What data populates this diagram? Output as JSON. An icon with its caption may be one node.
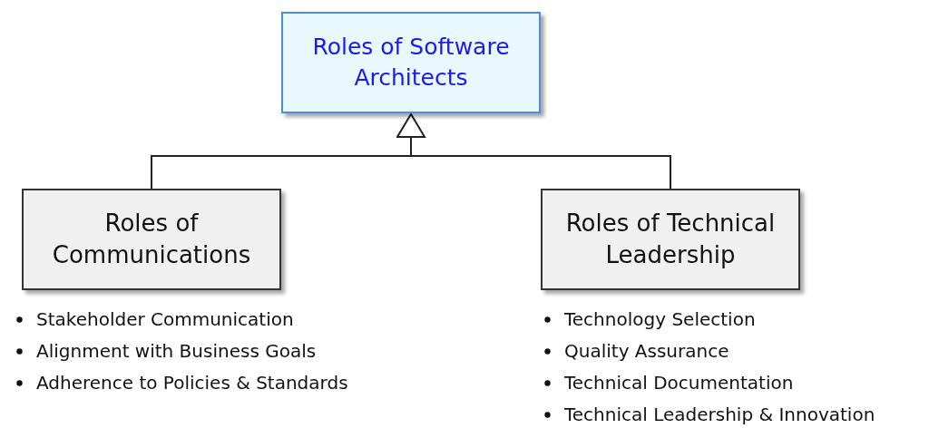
{
  "diagram": {
    "nodes": [
      {
        "text": [
          "Roles of Software Architects"
        ]
      },
      {
        "text": [
          "Roles of Communications"
        ],
        "beside": [
          "Stakeholder Communication",
          "Alignment with Business Goals",
          "Adherence to Policies & Standards"
        ]
      },
      {
        "text": [
          "Roles of Technical Leadership"
        ],
        "beside": [
          "Technology Selection",
          "Quality Assurance",
          "Technical Documentation",
          "Technical Leadership & Innovation"
        ]
      }
    ],
    "edges": [
      {
        "from": 1,
        "to": 0,
        "arrow": "to"
      },
      {
        "from": 2,
        "to": 0,
        "arrow": "to"
      }
    ]
  }
}
